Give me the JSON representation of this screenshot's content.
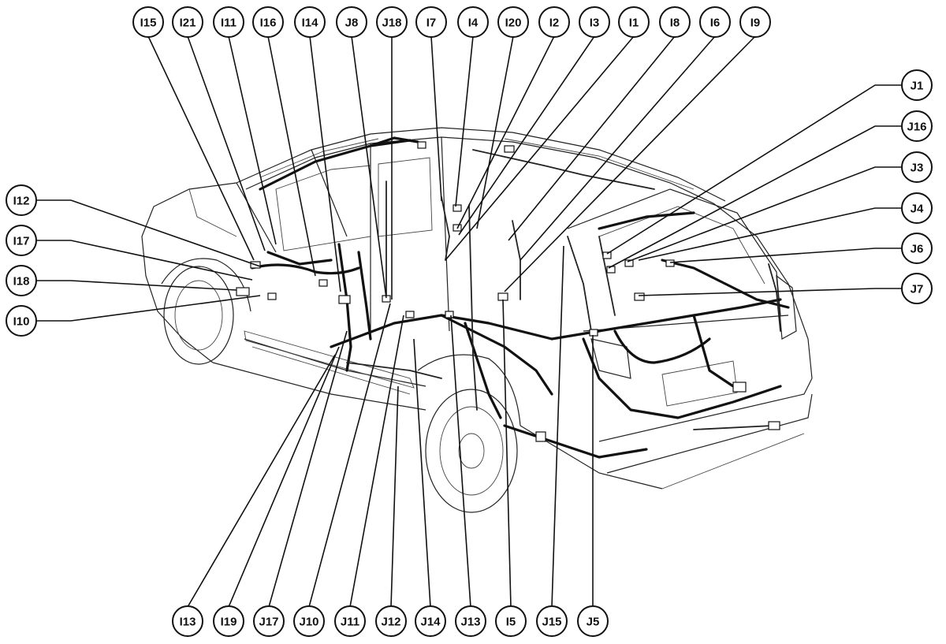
{
  "callouts_top": [
    "I15",
    "I21",
    "I11",
    "I16",
    "I14",
    "J8",
    "J18",
    "I7",
    "I4",
    "I20",
    "I2",
    "I3",
    "I1",
    "I8",
    "I6",
    "I9"
  ],
  "callouts_left": [
    "I12",
    "I17",
    "I18",
    "I10"
  ],
  "callouts_right": [
    "J1",
    "J16",
    "J3",
    "J4",
    "J6",
    "J7"
  ],
  "callouts_bottom": [
    "I13",
    "I19",
    "J17",
    "J10",
    "J11",
    "J12",
    "J14",
    "J13",
    "I5",
    "J15",
    "J5"
  ],
  "icons": [
    "vehicle-outline-icon",
    "wire-harness-icon",
    "connector-icon"
  ]
}
